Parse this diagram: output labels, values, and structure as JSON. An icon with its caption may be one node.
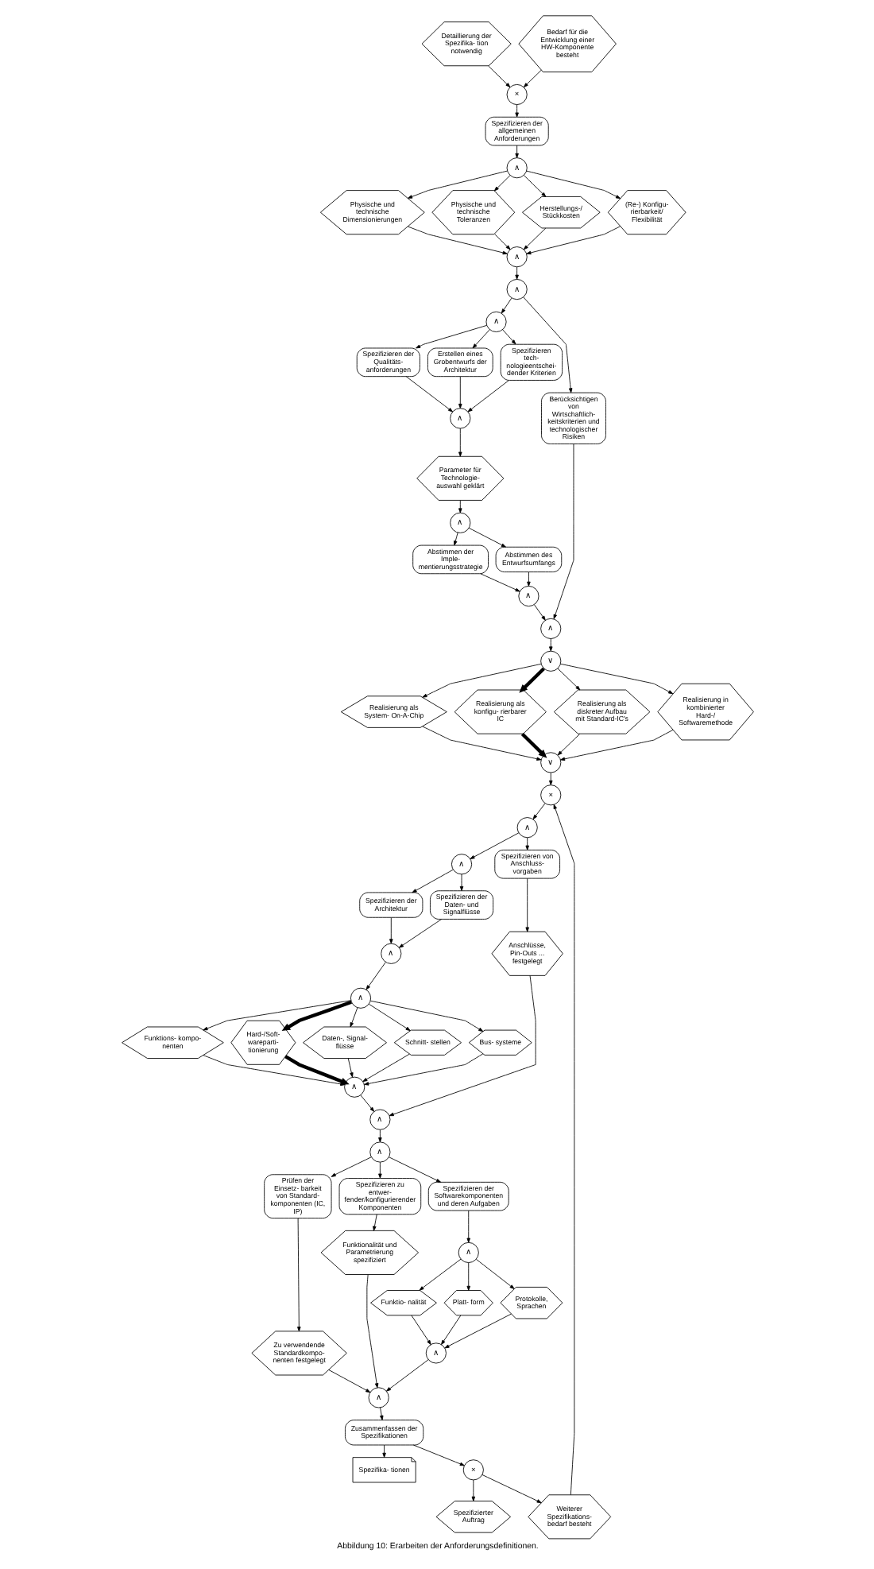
{
  "diagram": {
    "caption": "Abbildung 10: Erarbeiten der Anforderungsdefinitionen.",
    "nodes": [
      {
        "text": [
          "Detaillierung der Spezifika- tion notwendig"
        ]
      },
      {
        "text": [
          "Bedarf für die Entwicklung einer HW-Komponente besteht"
        ]
      },
      {
        "text": [
          "×"
        ]
      },
      {
        "text": [
          "Spezifizieren der allgemeinen Anforderungen"
        ]
      },
      {
        "text": [
          "∧"
        ]
      },
      {
        "text": [
          "Physische und technische Dimensionierungen"
        ]
      },
      {
        "text": [
          "Physische und technische Toleranzen"
        ]
      },
      {
        "text": [
          "Herstellungs-/ Stückkosten"
        ]
      },
      {
        "text": [
          "(Re-) Konfigu- rierbarkeit/ Flexibilität"
        ]
      },
      {
        "text": [
          "∧"
        ]
      },
      {
        "text": [
          "∧"
        ]
      },
      {
        "text": [
          "∧"
        ]
      },
      {
        "text": [
          "Spezifizieren der Qualitäts- anforderungen"
        ]
      },
      {
        "text": [
          "Erstellen eines Grobentwurfs der Architektur"
        ]
      },
      {
        "text": [
          "Spezifizieren tech- nologieentschei- dender Kriterien"
        ]
      },
      {
        "text": [
          "∧"
        ]
      },
      {
        "text": [
          "Parameter für Technologie- auswahl geklärt"
        ]
      },
      {
        "text": [
          "∧"
        ]
      },
      {
        "text": [
          "Abstimmen der Imple- mentierungsstrategie"
        ]
      },
      {
        "text": [
          "Abstimmen des Entwurfsumfangs"
        ]
      },
      {
        "text": [
          "∧"
        ]
      },
      {
        "text": [
          "Berücksichtigen von Wirtschaftlich- keitskriterien und technologischer Risiken"
        ]
      },
      {
        "text": [
          "∧"
        ]
      },
      {
        "text": [
          "∨"
        ]
      },
      {
        "text": [
          "Realisierung als System- On-A-Chip"
        ]
      },
      {
        "text": [
          "Realisierung als konfigu- rierbarer IC"
        ]
      },
      {
        "text": [
          "Realisierung als diskreter Aufbau mit Standard-IC's"
        ]
      },
      {
        "text": [
          "Realisierung in kombinierter Hard-/ Softwaremethode"
        ]
      },
      {
        "text": [
          "∨"
        ]
      },
      {
        "text": [
          "×"
        ]
      },
      {
        "text": [
          "∧"
        ]
      },
      {
        "text": [
          "∧"
        ]
      },
      {
        "text": [
          "Spezifizieren der Architektur"
        ]
      },
      {
        "text": [
          "Spezifizieren der Daten- und Signalflüsse"
        ]
      },
      {
        "text": [
          "Spezifizieren von Anschluss- vorgaben"
        ]
      },
      {
        "text": [
          "∧"
        ]
      },
      {
        "text": [
          "∧"
        ]
      },
      {
        "text": [
          "Funktions- kompo- nenten"
        ]
      },
      {
        "text": [
          "Hard-/Soft- wareparti- tionierung"
        ]
      },
      {
        "text": [
          "Daten-, Signal- flüsse"
        ]
      },
      {
        "text": [
          "Schnitt- stellen"
        ]
      },
      {
        "text": [
          "Bus- systeme"
        ]
      },
      {
        "text": [
          "Anschlüsse, Pin-Outs ... festgelegt"
        ]
      },
      {
        "text": [
          "∧"
        ]
      },
      {
        "text": [
          "∧"
        ]
      },
      {
        "text": [
          "∧"
        ]
      },
      {
        "text": [
          "Prüfen der Einsetz- barkeit von Standard- komponenten (IC, IP)"
        ]
      },
      {
        "text": [
          "Spezifizieren zu entwer- fender/konfigurierender Komponenten"
        ]
      },
      {
        "text": [
          "Spezifizieren der Softwarekomponenten und deren Aufgaben"
        ]
      },
      {
        "text": [
          "Zu verwendende Standardkompo- nenten festgelegt"
        ]
      },
      {
        "text": [
          "Funktionalität und Parametrierung spezifiziert"
        ]
      },
      {
        "text": [
          "∧"
        ]
      },
      {
        "text": [
          "Funktio- nalität"
        ]
      },
      {
        "text": [
          "Platt- form"
        ]
      },
      {
        "text": [
          "Protokolle, Sprachen"
        ]
      },
      {
        "text": [
          "∧"
        ]
      },
      {
        "text": [
          "∧"
        ]
      },
      {
        "text": [
          "Zusammenfassen der Spezifikationen"
        ]
      },
      {
        "text": [
          "Spezifika- tionen"
        ]
      },
      {
        "text": [
          "×"
        ]
      },
      {
        "text": [
          "Spezifizierter Auftrag"
        ]
      },
      {
        "text": [
          "Weiterer Spezifikations- bedarf besteht"
        ]
      }
    ],
    "edges": [
      {
        "from": 0,
        "to": 2,
        "arrow": "to"
      },
      {
        "from": 1,
        "to": 2,
        "arrow": "to"
      },
      {
        "from": 2,
        "to": 3,
        "arrow": "to"
      },
      {
        "from": 3,
        "to": 4,
        "arrow": "to"
      },
      {
        "from": 4,
        "to": 5,
        "arrow": "to"
      },
      {
        "from": 4,
        "to": 6,
        "arrow": "to"
      },
      {
        "from": 4,
        "to": 7,
        "arrow": "to"
      },
      {
        "from": 4,
        "to": 8,
        "arrow": "to"
      },
      {
        "from": 5,
        "to": 9,
        "arrow": "to"
      },
      {
        "from": 6,
        "to": 9,
        "arrow": "to"
      },
      {
        "from": 7,
        "to": 9,
        "arrow": "to"
      },
      {
        "from": 8,
        "to": 9,
        "arrow": "to"
      },
      {
        "from": 9,
        "to": 10,
        "arrow": "to"
      },
      {
        "from": 10,
        "to": 11,
        "arrow": "to"
      },
      {
        "from": 10,
        "to": 21,
        "arrow": "to"
      },
      {
        "from": 11,
        "to": 12,
        "arrow": "to"
      },
      {
        "from": 11,
        "to": 13,
        "arrow": "to"
      },
      {
        "from": 11,
        "to": 14,
        "arrow": "to"
      },
      {
        "from": 12,
        "to": 15,
        "arrow": "to"
      },
      {
        "from": 13,
        "to": 15,
        "arrow": "to"
      },
      {
        "from": 14,
        "to": 15,
        "arrow": "to"
      },
      {
        "from": 15,
        "to": 16,
        "arrow": "to"
      },
      {
        "from": 16,
        "to": 17,
        "arrow": "to"
      },
      {
        "from": 17,
        "to": 18,
        "arrow": "to"
      },
      {
        "from": 17,
        "to": 19,
        "arrow": "to"
      },
      {
        "from": 18,
        "to": 20,
        "arrow": "to"
      },
      {
        "from": 19,
        "to": 20,
        "arrow": "to"
      },
      {
        "from": 20,
        "to": 22,
        "arrow": "to"
      },
      {
        "from": 21,
        "to": 22,
        "arrow": "to"
      },
      {
        "from": 22,
        "to": 23,
        "arrow": "to"
      },
      {
        "from": 23,
        "to": 24,
        "arrow": "to"
      },
      {
        "from": 23,
        "to": 25,
        "arrow": "to",
        "style": "thick"
      },
      {
        "from": 23,
        "to": 26,
        "arrow": "to"
      },
      {
        "from": 23,
        "to": 27,
        "arrow": "to"
      },
      {
        "from": 24,
        "to": 28,
        "arrow": "to"
      },
      {
        "from": 25,
        "to": 28,
        "arrow": "to",
        "style": "thick"
      },
      {
        "from": 26,
        "to": 28,
        "arrow": "to"
      },
      {
        "from": 27,
        "to": 28,
        "arrow": "to"
      },
      {
        "from": 28,
        "to": 29,
        "arrow": "to"
      },
      {
        "from": 29,
        "to": 30,
        "arrow": "to"
      },
      {
        "from": 30,
        "to": 31,
        "arrow": "to"
      },
      {
        "from": 30,
        "to": 34,
        "arrow": "to"
      },
      {
        "from": 31,
        "to": 32,
        "arrow": "to"
      },
      {
        "from": 31,
        "to": 33,
        "arrow": "to"
      },
      {
        "from": 32,
        "to": 35,
        "arrow": "to"
      },
      {
        "from": 33,
        "to": 35,
        "arrow": "to"
      },
      {
        "from": 35,
        "to": 36,
        "arrow": "to"
      },
      {
        "from": 36,
        "to": 37,
        "arrow": "to"
      },
      {
        "from": 36,
        "to": 38,
        "arrow": "to",
        "style": "thick"
      },
      {
        "from": 36,
        "to": 39,
        "arrow": "to"
      },
      {
        "from": 36,
        "to": 40,
        "arrow": "to"
      },
      {
        "from": 36,
        "to": 41,
        "arrow": "to"
      },
      {
        "from": 37,
        "to": 43,
        "arrow": "to"
      },
      {
        "from": 38,
        "to": 43,
        "arrow": "to",
        "style": "thick"
      },
      {
        "from": 39,
        "to": 43,
        "arrow": "to"
      },
      {
        "from": 40,
        "to": 43,
        "arrow": "to"
      },
      {
        "from": 41,
        "to": 43,
        "arrow": "to"
      },
      {
        "from": 34,
        "to": 42,
        "arrow": "to"
      },
      {
        "from": 43,
        "to": 44,
        "arrow": "to"
      },
      {
        "from": 42,
        "to": 44,
        "arrow": "to"
      },
      {
        "from": 44,
        "to": 45,
        "arrow": "to"
      },
      {
        "from": 45,
        "to": 46,
        "arrow": "to"
      },
      {
        "from": 45,
        "to": 47,
        "arrow": "to"
      },
      {
        "from": 45,
        "to": 48,
        "arrow": "to"
      },
      {
        "from": 46,
        "to": 49,
        "arrow": "to"
      },
      {
        "from": 47,
        "to": 50,
        "arrow": "to"
      },
      {
        "from": 48,
        "to": 51,
        "arrow": "to"
      },
      {
        "from": 51,
        "to": 52,
        "arrow": "to"
      },
      {
        "from": 51,
        "to": 53,
        "arrow": "to"
      },
      {
        "from": 51,
        "to": 54,
        "arrow": "to"
      },
      {
        "from": 52,
        "to": 55,
        "arrow": "to"
      },
      {
        "from": 53,
        "to": 55,
        "arrow": "to"
      },
      {
        "from": 54,
        "to": 55,
        "arrow": "to"
      },
      {
        "from": 49,
        "to": 56,
        "arrow": "to"
      },
      {
        "from": 50,
        "to": 56,
        "arrow": "to"
      },
      {
        "from": 55,
        "to": 56,
        "arrow": "to"
      },
      {
        "from": 56,
        "to": 57,
        "arrow": "to"
      },
      {
        "from": 57,
        "to": 58,
        "arrow": "to"
      },
      {
        "from": 57,
        "to": 59,
        "arrow": "to"
      },
      {
        "from": 59,
        "to": 60,
        "arrow": "to"
      },
      {
        "from": 59,
        "to": 61,
        "arrow": "to"
      },
      {
        "from": 61,
        "to": 29,
        "arrow": "to"
      }
    ]
  }
}
